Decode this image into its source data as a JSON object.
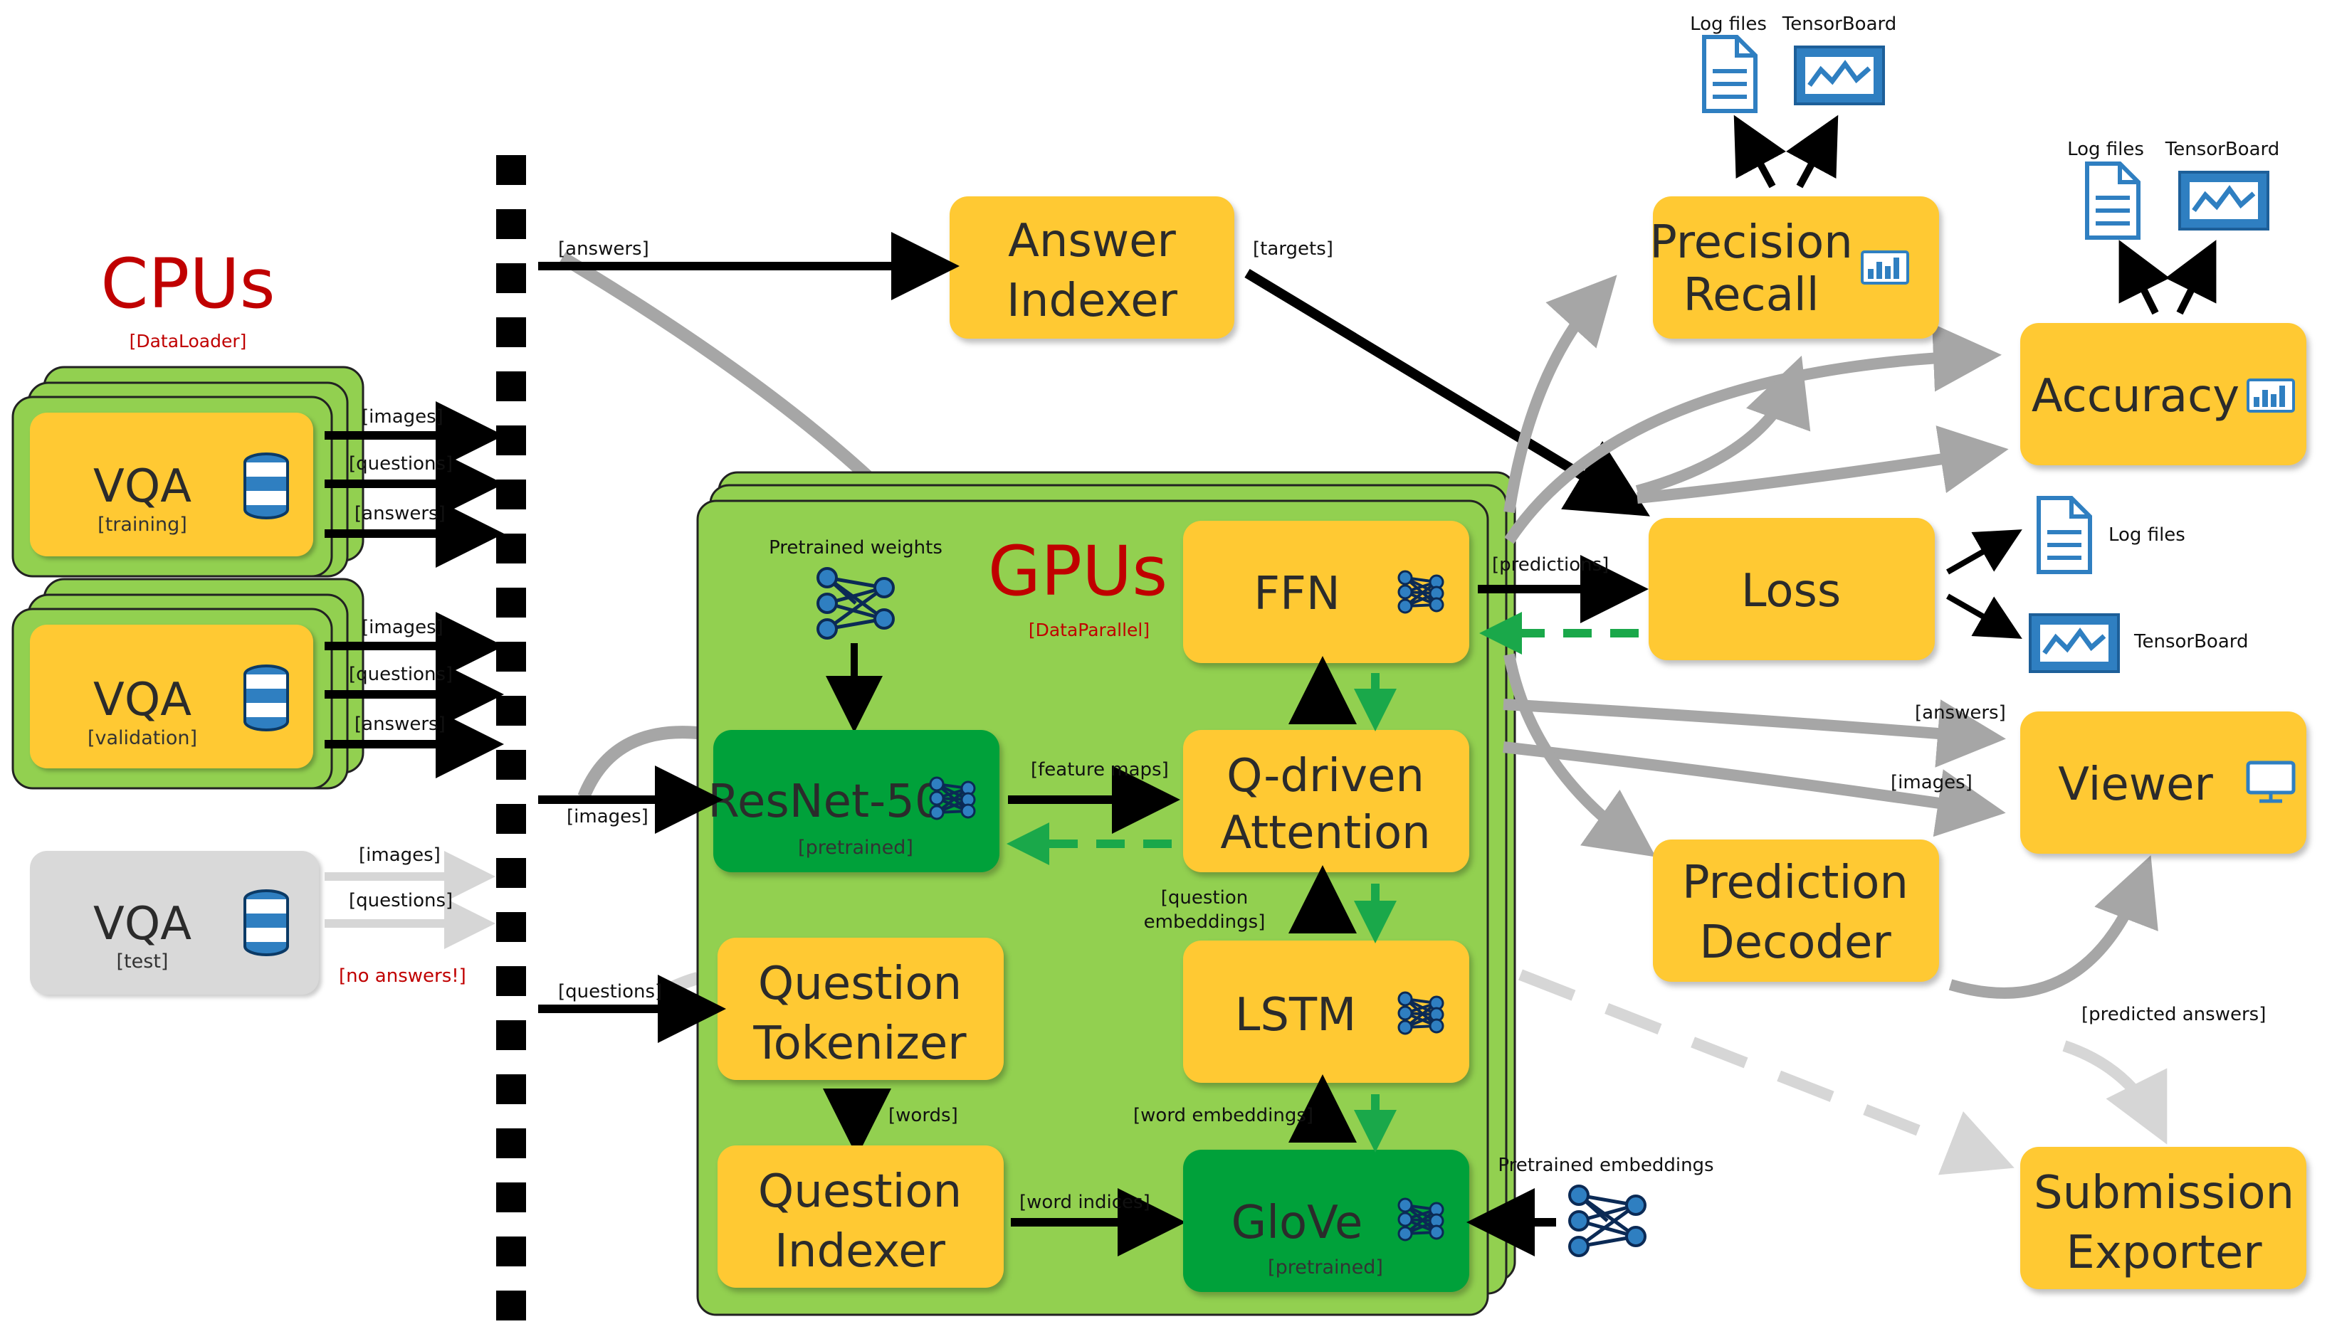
{
  "colors": {
    "node_yellow": "#ffc933",
    "node_green": "#00a13a",
    "panel_green": "#92d050",
    "title_red": "#c00000",
    "icon_blue": "#2f7fc1",
    "grad_green": "#1aa84a",
    "gray_arrow": "#a6a6a6",
    "light_gray_arrow": "#d6d6d6"
  },
  "cpus": {
    "title": "CPUs",
    "subtitle": "[DataLoader]"
  },
  "gpus": {
    "title": "GPUs",
    "subtitle": "[DataParallel]"
  },
  "datasets": {
    "training": {
      "name": "VQA",
      "split": "[training]",
      "icon": "database-icon"
    },
    "validation": {
      "name": "VQA",
      "split": "[validation]",
      "icon": "database-icon"
    },
    "test": {
      "name": "VQA",
      "split": "[test]",
      "icon": "database-icon",
      "note": "[no answers!]"
    }
  },
  "stream_labels": {
    "images": "[images]",
    "questions": "[questions]",
    "answers": "[answers]"
  },
  "nodes": {
    "answer_indexer": {
      "line1": "Answer",
      "line2": "Indexer"
    },
    "resnet": {
      "name": "ResNet-50",
      "note": "[pretrained]"
    },
    "ffn": {
      "name": "FFN"
    },
    "qattention": {
      "line1": "Q-driven",
      "line2": "Attention"
    },
    "lstm": {
      "name": "LSTM"
    },
    "qtokenizer": {
      "line1": "Question",
      "line2": "Tokenizer"
    },
    "qindexer": {
      "line1": "Question",
      "line2": "Indexer"
    },
    "glove": {
      "name": "GloVe",
      "note": "[pretrained]"
    },
    "precision_recall": {
      "line1": "Precision",
      "line2": "Recall"
    },
    "accuracy": {
      "name": "Accuracy"
    },
    "loss": {
      "name": "Loss"
    },
    "viewer": {
      "name": "Viewer"
    },
    "prediction_decoder": {
      "line1": "Prediction",
      "line2": "Decoder"
    },
    "submission_exporter": {
      "line1": "Submission",
      "line2": "Exporter"
    }
  },
  "edge_labels": {
    "answers": "[answers]",
    "targets": "[targets]",
    "images": "[images]",
    "questions": "[questions]",
    "pretrained_weights": "Pretrained weights",
    "feature_maps": "[feature maps]",
    "question_embeddings_1": "[question",
    "question_embeddings_2": "embeddings]",
    "words": "[words]",
    "word_embeddings": "[word embeddings]",
    "word_indices": "[word indices]",
    "pretrained_embeddings": "Pretrained embeddings",
    "predictions": "[predictions]",
    "viewer_answers": "[answers]",
    "viewer_images": "[images]",
    "predicted_answers": "[predicted answers]"
  },
  "outputs": {
    "log_files": "Log files",
    "tensorboard": "TensorBoard"
  },
  "icons": [
    "database-icon",
    "neural-net-icon",
    "bar-chart-icon",
    "monitor-icon",
    "document-icon",
    "tensorboard-icon"
  ]
}
